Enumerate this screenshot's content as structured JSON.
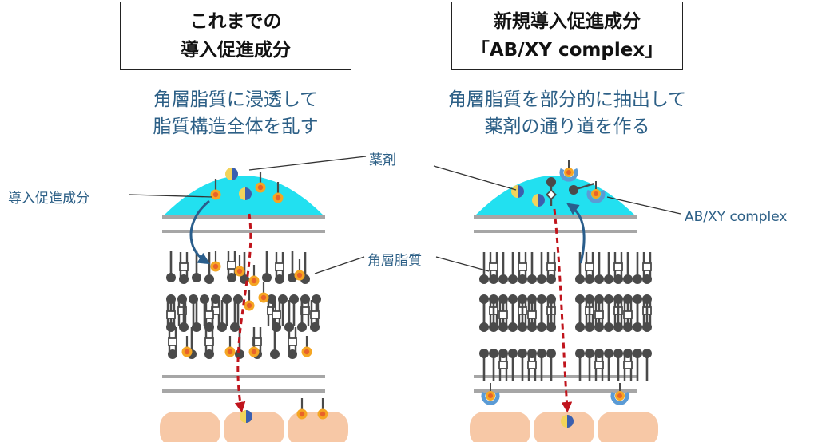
{
  "left_panel": {
    "title_lines": [
      "これまでの",
      "導入促進成分"
    ],
    "description_lines": [
      "角層脂質に浸透して",
      "脂質構造全体を乱す"
    ]
  },
  "right_panel": {
    "title_lines": [
      "新規導入促進成分",
      "「AB/XY complex」"
    ],
    "description_lines": [
      "角層脂質を部分的に抽出して",
      "薬剤の通り道を作る"
    ]
  },
  "labels": {
    "drug": "薬剤",
    "enhancer": "導入促進成分",
    "stratum_corneum_lipid": "角層脂質",
    "complex": "AB/XY complex"
  },
  "colors": {
    "vehicle": "#22e0f0",
    "lipid": "#4a4a4a",
    "enhancer": "#f5a623",
    "enhancer_core": "#e8622a",
    "drug_blue": "#3a5fb0",
    "drug_yellow": "#f2d35a",
    "complex_partner": "#5b9bd5",
    "cell": "#f7c8a6",
    "membrane_line": "#a6a6a6",
    "arrow_blue": "#2a5e8c",
    "arrow_red": "#c0141c"
  }
}
